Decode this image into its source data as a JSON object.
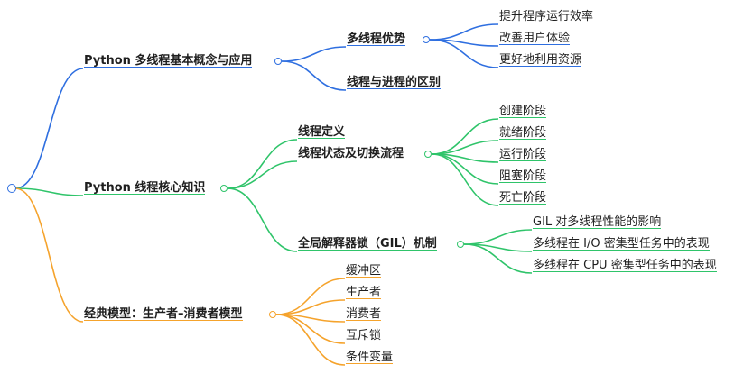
{
  "colors": {
    "blue": "#2f6fe0",
    "green": "#2fc46a",
    "orange": "#f5a32c",
    "text": "#1f1f1f"
  },
  "branches": [
    {
      "label": "Python 多线程基本概念与应用",
      "color": "blue",
      "children": [
        {
          "label": "多线程优势",
          "children": [
            "提升程序运行效率",
            "改善用户体验",
            "更好地利用资源"
          ]
        },
        {
          "label": "线程与进程的区别",
          "children": []
        }
      ]
    },
    {
      "label": "Python 线程核心知识",
      "color": "green",
      "children": [
        {
          "label": "线程定义",
          "children": []
        },
        {
          "label": "线程状态及切换流程",
          "children": [
            "创建阶段",
            "就绪阶段",
            "运行阶段",
            "阻塞阶段",
            "死亡阶段"
          ]
        },
        {
          "label": "全局解释器锁（GIL）机制",
          "children": [
            "GIL 对多线程性能的影响",
            "多线程在 I/O 密集型任务中的表现",
            "多线程在 CPU 密集型任务中的表现"
          ]
        }
      ]
    },
    {
      "label": "经典模型：生产者–消费者模型",
      "color": "orange",
      "children": [
        {
          "label": "缓冲区",
          "children": []
        },
        {
          "label": "生产者",
          "children": []
        },
        {
          "label": "消费者",
          "children": []
        },
        {
          "label": "互斥锁",
          "children": []
        },
        {
          "label": "条件变量",
          "children": []
        }
      ]
    }
  ]
}
